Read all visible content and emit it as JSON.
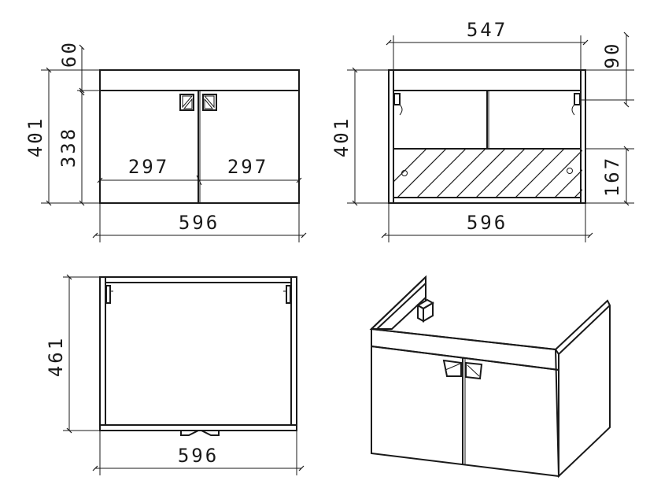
{
  "front_view": {
    "dim_top_thickness": "60",
    "dim_total_height": "401",
    "dim_door_height": "338",
    "dim_left_door_width": "297",
    "dim_right_door_width": "297",
    "dim_total_width": "596"
  },
  "back_view": {
    "dim_inner_width": "547",
    "dim_top_rail": "90",
    "dim_total_height": "401",
    "dim_bottom_panel": "167",
    "dim_total_width": "596"
  },
  "top_view": {
    "dim_depth": "461",
    "dim_total_width": "596"
  }
}
